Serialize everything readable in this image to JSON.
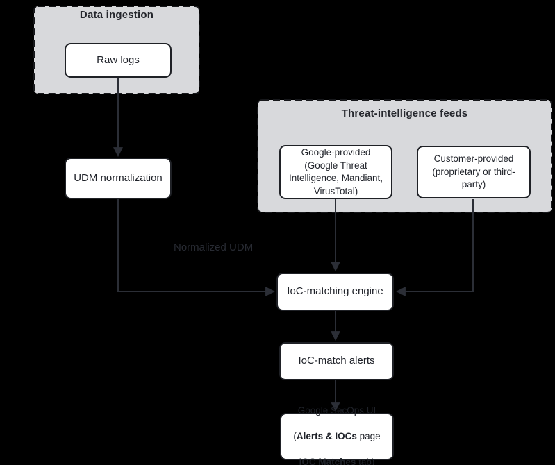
{
  "colors": {
    "background": "#000000",
    "container_fill": "#d8d9dc",
    "container_border": "#17181b",
    "node_fill": "#ffffff",
    "node_border": "#1f2126",
    "node_text": "#1f2229",
    "title_text": "#25272d",
    "edge": "#2b2e36",
    "edge_label_text": "#282b33"
  },
  "containers": {
    "data_ingestion": {
      "title": "Data ingestion"
    },
    "threat_feeds": {
      "title": "Threat-intelligence feeds"
    }
  },
  "nodes": {
    "raw_logs": {
      "label": "Raw logs"
    },
    "udm_normalization": {
      "label": "UDM normalization"
    },
    "google_provided": {
      "label": "Google-provided\n(Google Threat\nIntelligence, Mandiant,\nVirusTotal)"
    },
    "customer_provided": {
      "label": "Customer-provided\n(proprietary or third-\nparty)"
    },
    "ioc_matching_engine": {
      "label": "IoC-matching engine"
    },
    "ioc_match_alerts": {
      "label": "IoC-match alerts"
    },
    "secops_ui": {
      "line1": "Google SecOps UI",
      "line2_pre": "(",
      "line2_bold": "Alerts & IOCs",
      "line2_post": " page",
      "line3_bold": "IOC Matches",
      "line3_post": " tab)"
    }
  },
  "edge_labels": {
    "normalized_udm": "Normalized UDM"
  }
}
